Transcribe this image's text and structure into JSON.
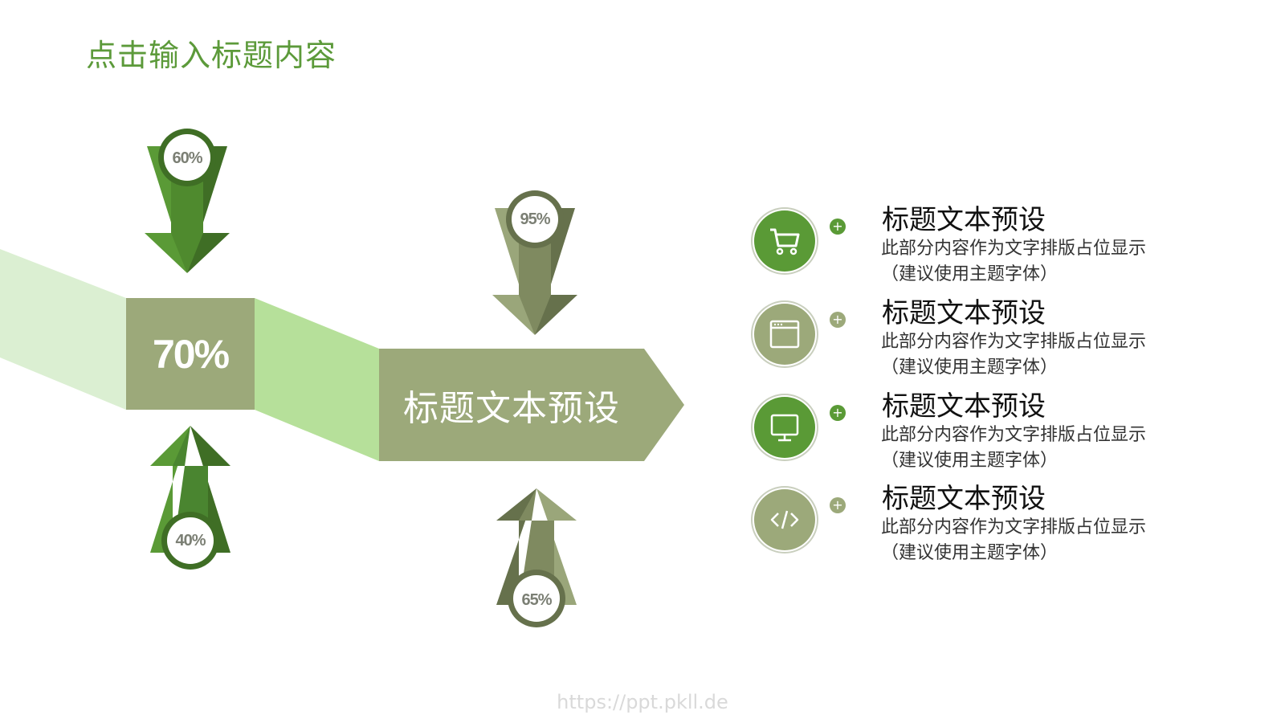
{
  "slide": {
    "title": "点击输入标题内容",
    "center_value": "70%",
    "center_label": "标题文本预设",
    "watermark": "https://ppt.pkll.de"
  },
  "badges": {
    "top_left": "60%",
    "bottom_left": "40%",
    "top_right": "95%",
    "bottom_right": "65%"
  },
  "features": [
    {
      "icon": "shopping-cart-icon",
      "title": "标题文本预设",
      "description": "此部分内容作为文字排版占位显示\n（建议使用主题字体）",
      "color": "#5a9a36"
    },
    {
      "icon": "browser-window-icon",
      "title": "标题文本预设",
      "description": "此部分内容作为文字排版占位显示\n（建议使用主题字体）",
      "color": "#9ca97a"
    },
    {
      "icon": "monitor-icon",
      "title": "标题文本预设",
      "description": "此部分内容作为文字排版占位显示\n（建议使用主题字体）",
      "color": "#5a9a36"
    },
    {
      "icon": "code-icon",
      "title": "标题文本预设",
      "description": "此部分内容作为文字排版占位显示\n（建议使用主题字体）",
      "color": "#9ca97a"
    }
  ],
  "colors": {
    "accent_green": "#5a9a36",
    "olive": "#9ca97a",
    "light_band": "#dbefd2",
    "mid_band": "#b6e09a",
    "title_green": "#5c9a3a"
  }
}
